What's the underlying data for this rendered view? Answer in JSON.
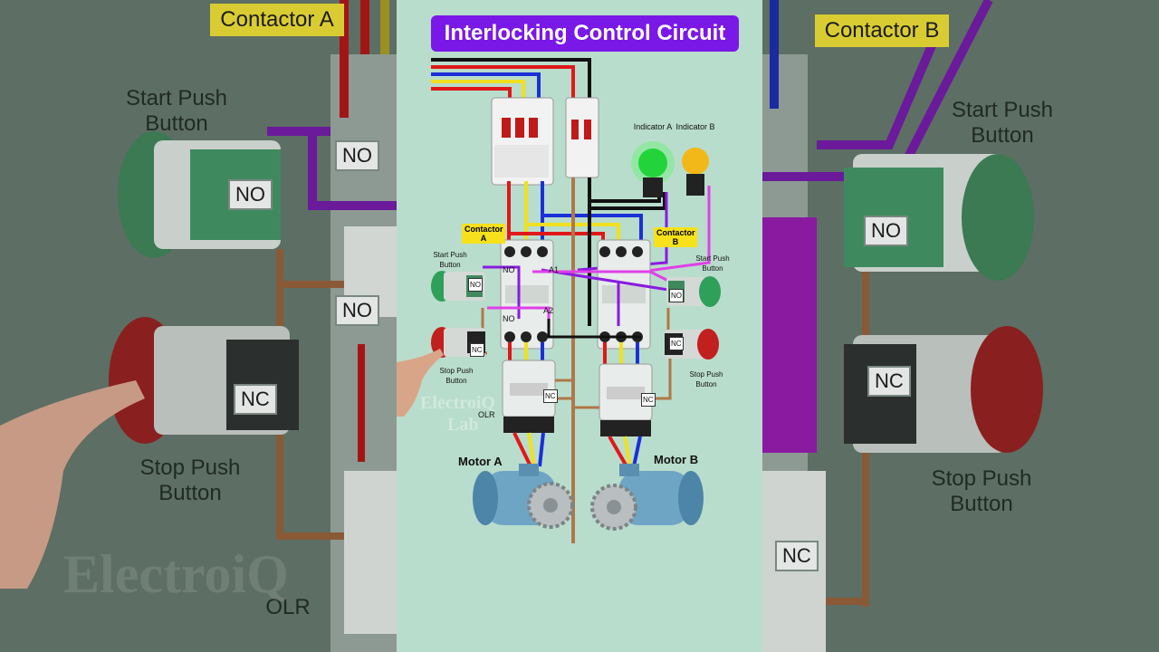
{
  "title": "Interlocking Control Circuit",
  "center_labels": {
    "contactor_a": "Contactor A",
    "contactor_b": "Contactor B",
    "indicator_a": "Indicator A",
    "indicator_b": "Indicator B",
    "start_pb_left": "Start Push Button",
    "start_pb_right": "Start Push Button",
    "stop_pb_left": "Stop Push Button",
    "stop_pb_right": "Stop Push Button",
    "no_1": "NO",
    "no_2": "NO",
    "no_3": "NO",
    "no_4": "NO",
    "nc_1": "NC",
    "nc_2": "NC",
    "nc_3": "NC",
    "nc_4": "NC",
    "a1": "A1",
    "a2": "A2",
    "olr": "OLR",
    "motor_a": "Motor A",
    "motor_b": "Motor B",
    "watermark_1": "ElectroiQ",
    "watermark_2": "Lab"
  },
  "left_panel": {
    "contactor": "Contactor A",
    "start": "Start Push Button",
    "no_a": "NO",
    "no_b": "NO",
    "no_c": "NO",
    "nc": "NC",
    "stop": "Stop Push Button",
    "olr": "OLR",
    "watermark": "ElectroiQ"
  },
  "right_panel": {
    "contactor": "Contactor B",
    "start": "Start Push Button",
    "no": "NO",
    "nc_a": "NC",
    "nc_b": "NC",
    "stop": "Stop Push Button"
  },
  "colors": {
    "title_bg": "#7a18e8",
    "panel_bg": "#b9ddcc",
    "wire_red": "#e01818",
    "wire_yellow": "#f0e020",
    "wire_blue": "#1a30d8",
    "wire_black": "#111111",
    "wire_purple": "#8a1ae0",
    "wire_magenta": "#e040e8",
    "wire_brown": "#b07848",
    "indicator_a": "#22d43a",
    "indicator_b": "#f2b81a"
  }
}
